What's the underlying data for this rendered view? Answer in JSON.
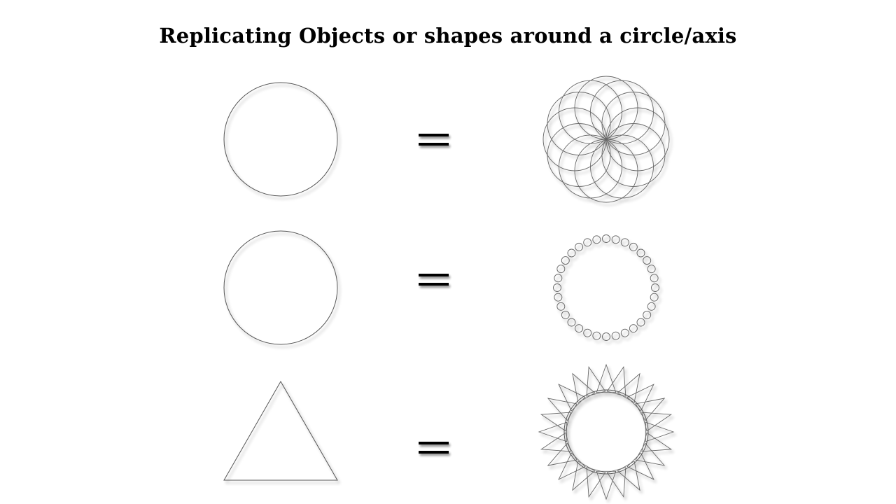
{
  "slide": {
    "title": "Replicating Objects or shapes around a circle/axis"
  },
  "colors": {
    "background": "#ffffff",
    "line": "#555555",
    "shadow": "#cccccc",
    "equals": "#000000"
  },
  "rows": [
    {
      "source_shape": "circle",
      "operator": "equals-sign",
      "result": "rosette-of-overlapping-circles",
      "copies": 12
    },
    {
      "source_shape": "circle",
      "operator": "equals-sign",
      "result": "small-circles-arranged-in-ring",
      "copies": 32
    },
    {
      "source_shape": "triangle",
      "operator": "equals-sign",
      "result": "star-of-triangles-around-circle",
      "copies": 24
    }
  ]
}
